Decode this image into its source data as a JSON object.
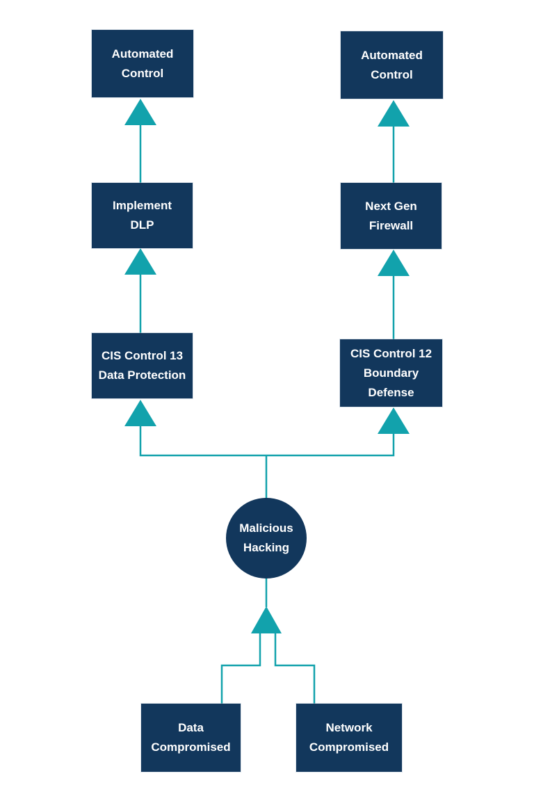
{
  "diagram": {
    "type": "bowtie-flowchart",
    "nodes": [
      {
        "id": "automated-control-left",
        "shape": "rect",
        "lines": [
          "Automated",
          "Control"
        ]
      },
      {
        "id": "automated-control-right",
        "shape": "rect",
        "lines": [
          "Automated",
          "Control"
        ]
      },
      {
        "id": "implement-dlp",
        "shape": "rect",
        "lines": [
          "Implement",
          "DLP"
        ]
      },
      {
        "id": "next-gen-firewall",
        "shape": "rect",
        "lines": [
          "Next Gen",
          "Firewall"
        ]
      },
      {
        "id": "cis-control-13",
        "shape": "rect",
        "lines": [
          "CIS Control 13",
          "Data Protection"
        ]
      },
      {
        "id": "cis-control-12",
        "shape": "rect",
        "lines": [
          "CIS Control 12",
          "Boundary",
          "Defense"
        ]
      },
      {
        "id": "malicious-hacking",
        "shape": "circle",
        "lines": [
          "Malicious",
          "Hacking"
        ]
      },
      {
        "id": "data-compromised",
        "shape": "rect",
        "lines": [
          "Data",
          "Compromised"
        ]
      },
      {
        "id": "network-compromised",
        "shape": "rect",
        "lines": [
          "Network",
          "Compromised"
        ]
      }
    ],
    "edges": [
      {
        "from": "data-compromised",
        "to": "malicious-hacking",
        "style": "arrow-up"
      },
      {
        "from": "network-compromised",
        "to": "malicious-hacking",
        "style": "arrow-up"
      },
      {
        "from": "malicious-hacking",
        "to": "cis-control-13",
        "style": "arrow-up"
      },
      {
        "from": "malicious-hacking",
        "to": "cis-control-12",
        "style": "arrow-up"
      },
      {
        "from": "cis-control-13",
        "to": "implement-dlp",
        "style": "arrow-up"
      },
      {
        "from": "cis-control-12",
        "to": "next-gen-firewall",
        "style": "arrow-up"
      },
      {
        "from": "implement-dlp",
        "to": "automated-control-left",
        "style": "arrow-up"
      },
      {
        "from": "next-gen-firewall",
        "to": "automated-control-right",
        "style": "arrow-up"
      }
    ]
  },
  "colors": {
    "node_fill": "#12375C",
    "connector": "#12A2AC",
    "text": "#FFFFFF",
    "background": "#FFFFFF"
  }
}
